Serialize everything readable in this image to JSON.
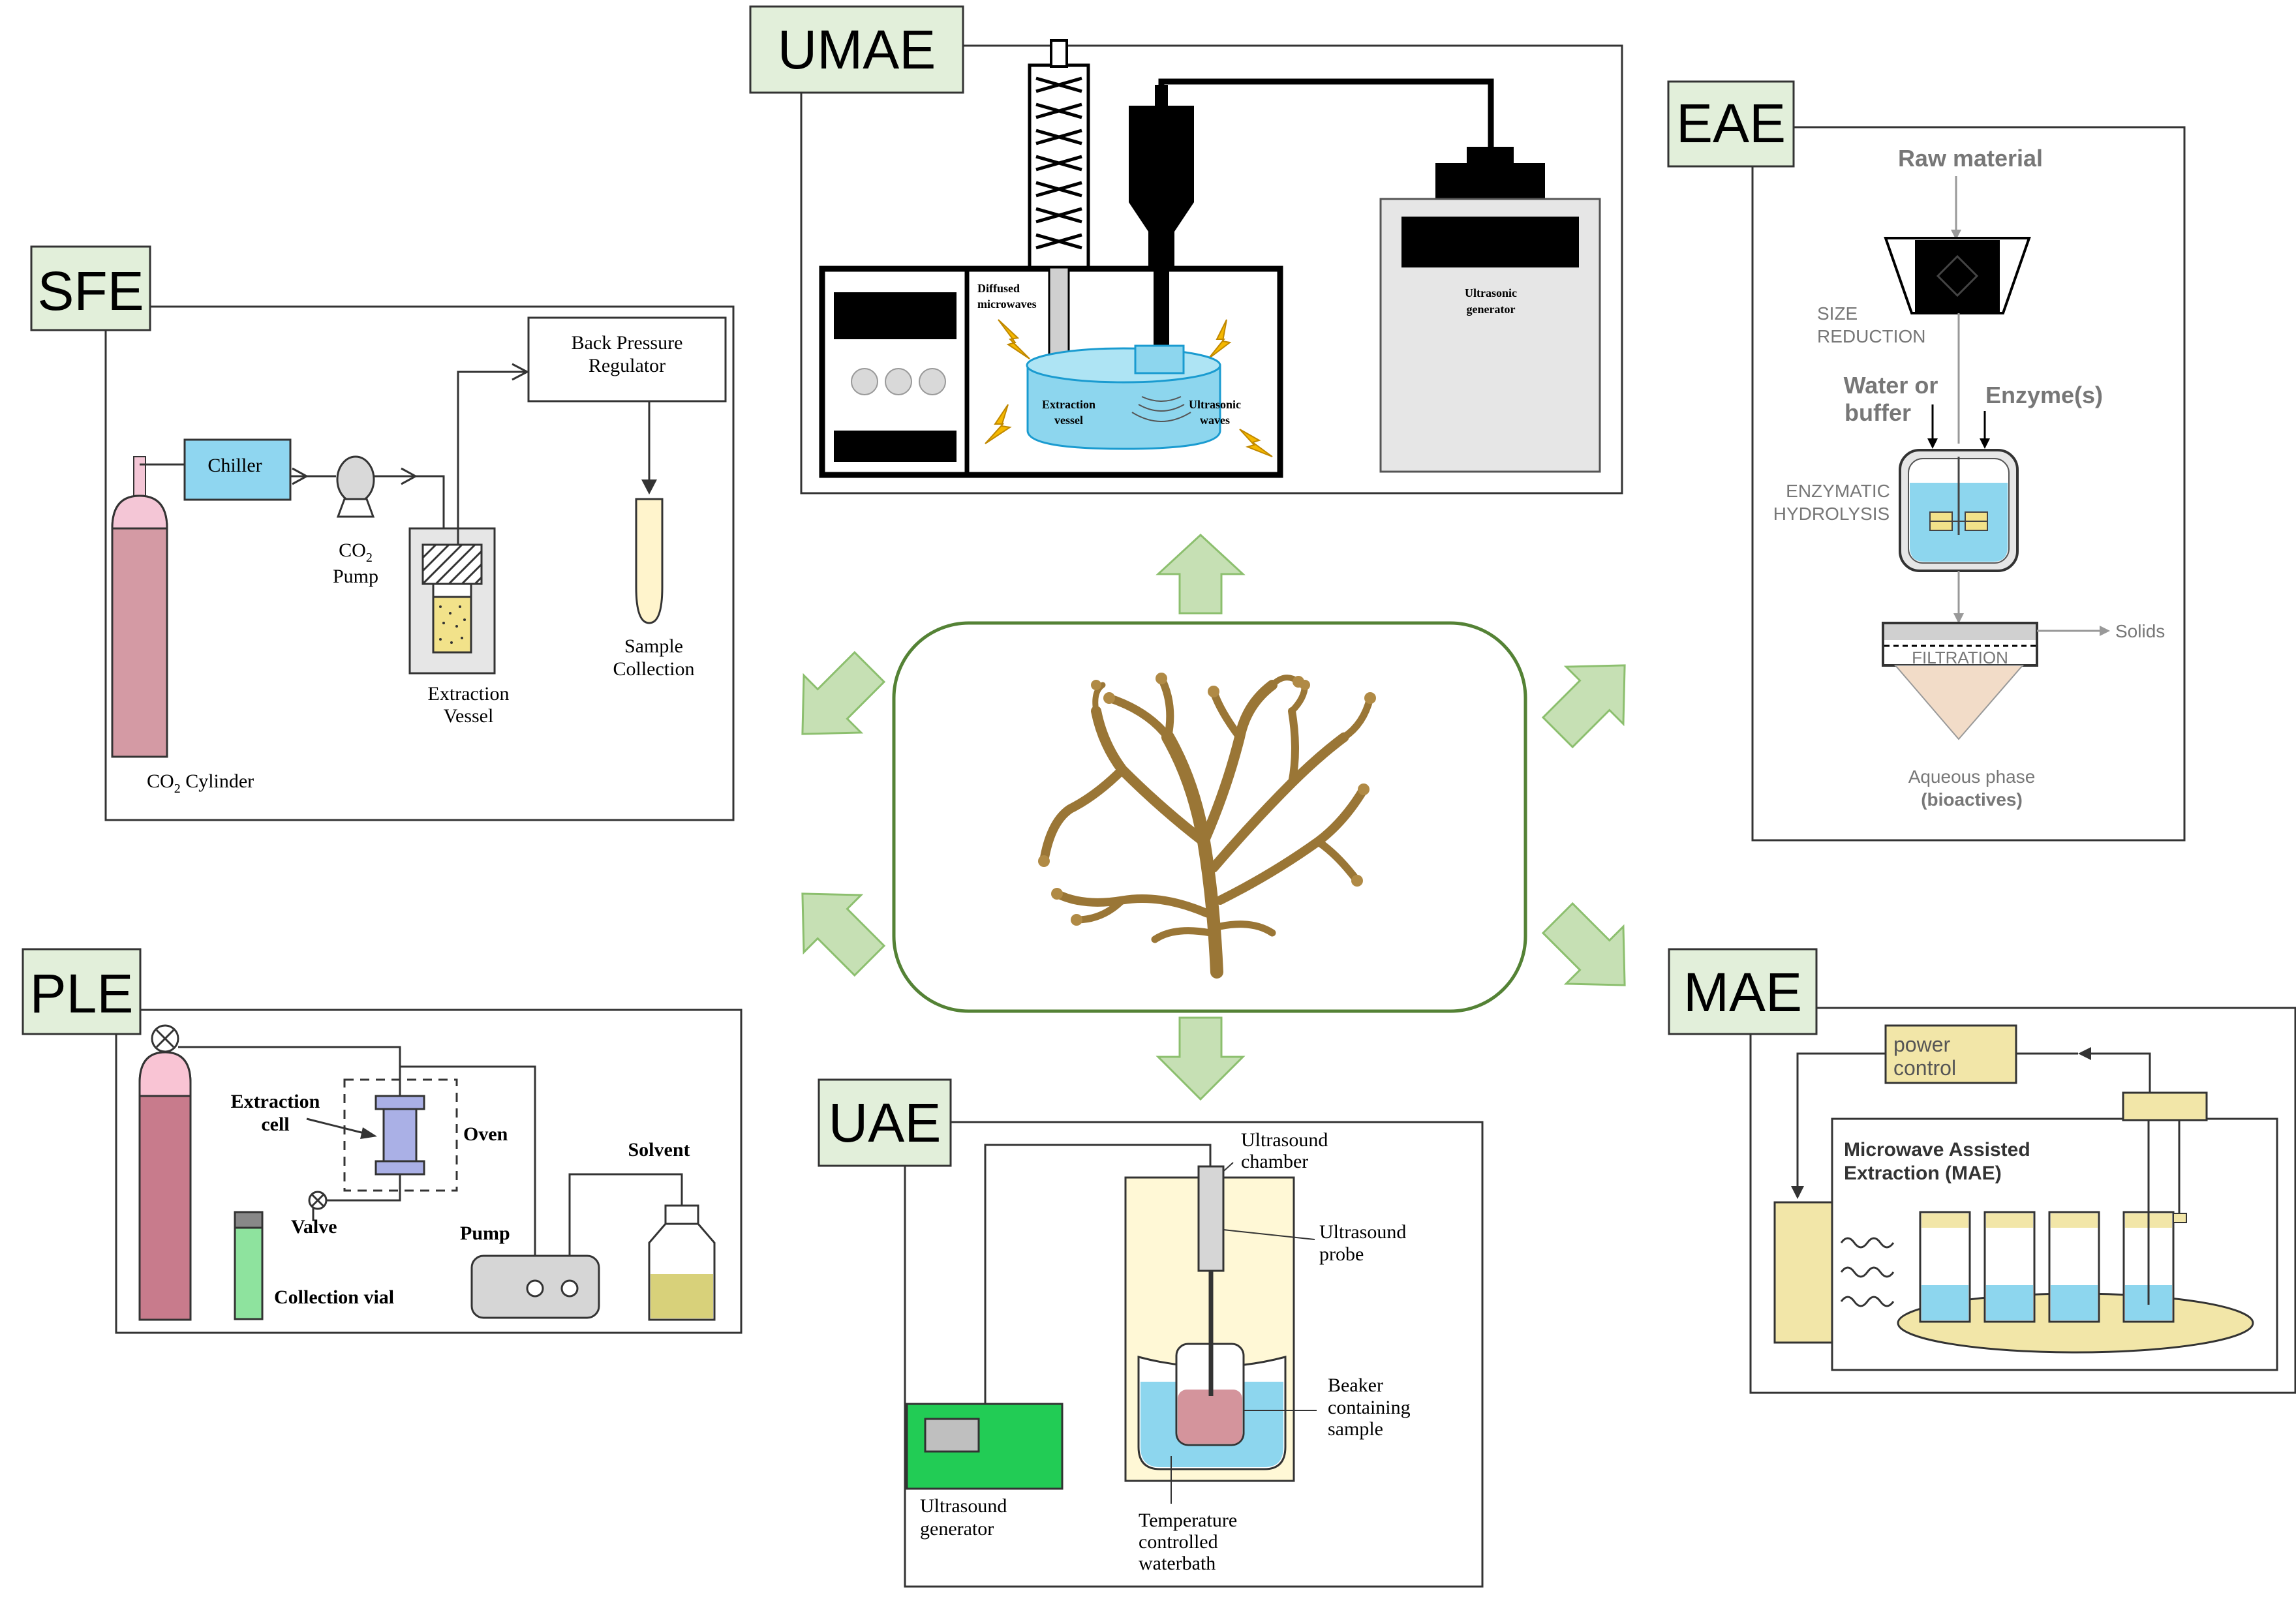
{
  "colors": {
    "green_arrow": "#c6e0b4",
    "green_stroke": "#8cbf6e",
    "tag_fill": "#e2efda",
    "center_border": "#548235",
    "water_blue": "#8dd6ee",
    "cylinder_pink": "#d49aa4",
    "cylinder_dark": "#c87b8c",
    "chiller_blue": "#8fd6f0",
    "cream": "#fff8d6",
    "pcb_green": "#22cc55",
    "seaweed": "#9a7636"
  },
  "methods": {
    "sfe": {
      "tag": "SFE",
      "chiller": "Chiller",
      "bpr_line1": "Back Pressure",
      "bpr_line2": "Regulator",
      "co2": "CO",
      "co2_sub": "2",
      "pump": "Pump",
      "vessel_line1": "Extraction",
      "vessel_line2": "Vessel",
      "collection_line1": "Sample",
      "collection_line2": "Collection",
      "cylinder_a": "CO",
      "cylinder_sub": "2",
      "cylinder_b": " Cylinder"
    },
    "umae": {
      "tag": "UMAE",
      "diffused_line1": "Diffused",
      "diffused_line2": "microwaves",
      "extraction_line1": "Extraction",
      "extraction_line2": "vessel",
      "ultrasonic_line1": "Ultrasonic",
      "ultrasonic_line2": "waves",
      "generator_line1": "Ultrasonic",
      "generator_line2": "generator"
    },
    "eae": {
      "tag": "EAE",
      "raw": "Raw material",
      "size_line1": "SIZE",
      "size_line2": "REDUCTION",
      "water_line1": "Water or",
      "water_line2": "buffer",
      "enzyme": "Enzyme(s)",
      "hydro_line1": "ENZYMATIC",
      "hydro_line2": "HYDROLYSIS",
      "filtration": "FILTRATION",
      "solids": "Solids",
      "aqueous_line1": "Aqueous phase",
      "aqueous_line2": "(bioactives)"
    },
    "ple": {
      "tag": "PLE",
      "cell_line1": "Extraction",
      "cell_line2": "cell",
      "oven": "Oven",
      "valve": "Valve",
      "pump": "Pump",
      "solvent": "Solvent",
      "vial": "Collection vial"
    },
    "uae": {
      "tag": "UAE",
      "chamber_line1": "Ultrasound",
      "chamber_line2": "chamber",
      "probe_line1": "Ultrasound",
      "probe_line2": "probe",
      "beaker_line1": "Beaker",
      "beaker_line2": "containing",
      "beaker_line3": "sample",
      "bath_line1": "Temperature",
      "bath_line2": "controlled",
      "bath_line3": "waterbath",
      "gen_line1": "Ultrasound",
      "gen_line2": "generator"
    },
    "mae": {
      "tag": "MAE",
      "power_line1": "power",
      "power_line2": "control",
      "title_line1": "Microwave Assisted",
      "title_line2": "Extraction (MAE)"
    }
  }
}
